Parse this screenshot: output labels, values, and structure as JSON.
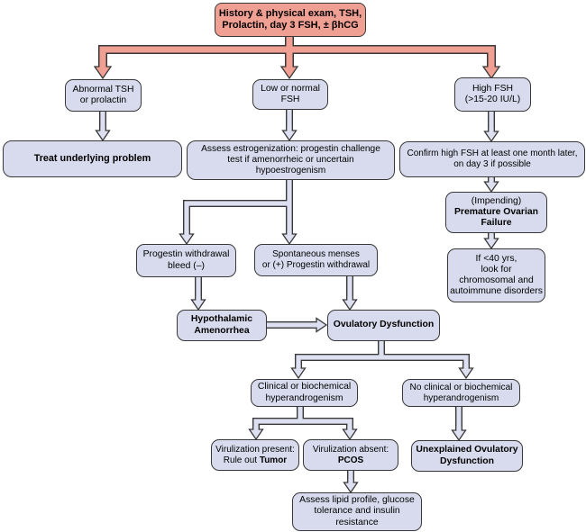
{
  "flowchart": {
    "title": "Amenorrhea evaluation flowchart",
    "colors": {
      "start_fill": "#f0a092",
      "node_fill": "#d8dbed",
      "arrow_fill": "#dde0f0",
      "pink_arrow_fill": "#f0a092",
      "outline": "#383838",
      "text": "#000000",
      "background": "#ffffff"
    },
    "nodes": [
      {
        "id": "history-exam",
        "lines": [
          [
            {
              "t": "History & physical exam, TSH,",
              "b": true
            }
          ],
          [
            {
              "t": "Prolactin, day 3 FSH, ± βhCG",
              "b": true
            }
          ]
        ]
      },
      {
        "id": "abnormal-tsh-prolactin",
        "lines": [
          [
            {
              "t": "Abnormal TSH",
              "b": false
            }
          ],
          [
            {
              "t": "or prolactin",
              "b": false
            }
          ]
        ]
      },
      {
        "id": "low-normal-fsh",
        "lines": [
          [
            {
              "t": "Low or normal",
              "b": false
            }
          ],
          [
            {
              "t": "FSH",
              "b": false
            }
          ]
        ]
      },
      {
        "id": "high-fsh",
        "lines": [
          [
            {
              "t": "High FSH",
              "b": false
            }
          ],
          [
            {
              "t": "(>15-20 IU/L)",
              "b": false
            }
          ]
        ]
      },
      {
        "id": "treat-underlying-problem",
        "lines": [
          [
            {
              "t": "Treat underlying problem",
              "b": true
            }
          ]
        ]
      },
      {
        "id": "assess-estrogenization",
        "lines": [
          [
            {
              "t": "Assess estrogenization: progestin challenge",
              "b": false
            }
          ],
          [
            {
              "t": "test if amenorrheic or uncertain",
              "b": false
            }
          ],
          [
            {
              "t": "hypoestrogenism",
              "b": false
            }
          ]
        ]
      },
      {
        "id": "confirm-high-fsh",
        "lines": [
          [
            {
              "t": "Confirm high FSH at least one month later,",
              "b": false
            }
          ],
          [
            {
              "t": "on day 3 if possible",
              "b": false
            }
          ]
        ]
      },
      {
        "id": "impending-premature-ovarian-failure",
        "lines": [
          [
            {
              "t": "(Impending)",
              "b": false
            }
          ],
          [
            {
              "t": "Premature Ovarian",
              "b": true
            }
          ],
          [
            {
              "t": "Failure",
              "b": true
            }
          ]
        ]
      },
      {
        "id": "if-under-40",
        "lines": [
          [
            {
              "t": "If <40 yrs,",
              "b": false
            }
          ],
          [
            {
              "t": "look for",
              "b": false
            }
          ],
          [
            {
              "t": "chromosomal and",
              "b": false
            }
          ],
          [
            {
              "t": "autoimmune disorders",
              "b": false
            }
          ]
        ]
      },
      {
        "id": "progestin-withdrawal-negative",
        "lines": [
          [
            {
              "t": "Progestin withdrawal",
              "b": false
            }
          ],
          [
            {
              "t": "bleed (–)",
              "b": false
            }
          ]
        ]
      },
      {
        "id": "spontaneous-menses",
        "lines": [
          [
            {
              "t": "Spontaneous menses",
              "b": false
            }
          ],
          [
            {
              "t": "or (+) Progestin withdrawal",
              "b": false
            }
          ]
        ]
      },
      {
        "id": "hypothalamic-amenorrhea",
        "lines": [
          [
            {
              "t": "Hypothalamic",
              "b": true
            }
          ],
          [
            {
              "t": "Amenorrhea",
              "b": true
            }
          ]
        ]
      },
      {
        "id": "ovulatory-dysfunction",
        "lines": [
          [
            {
              "t": "Ovulatory Dysfunction",
              "b": true
            }
          ]
        ]
      },
      {
        "id": "clinical-hyperandrogenism",
        "lines": [
          [
            {
              "t": "Clinical or biochemical",
              "b": false
            }
          ],
          [
            {
              "t": "hyperandrogenism",
              "b": false
            }
          ]
        ]
      },
      {
        "id": "no-clinical-hyperandrogenism",
        "lines": [
          [
            {
              "t": "No clinical or biochemical",
              "b": false
            }
          ],
          [
            {
              "t": "hyperandrogenism",
              "b": false
            }
          ]
        ]
      },
      {
        "id": "virulization-present",
        "lines": [
          [
            {
              "t": "Virulization present:",
              "b": false
            }
          ],
          [
            {
              "t": "Rule out ",
              "b": false
            },
            {
              "t": "Tumor",
              "b": true
            }
          ]
        ]
      },
      {
        "id": "virulization-absent",
        "lines": [
          [
            {
              "t": "Virulization absent:",
              "b": false
            }
          ],
          [
            {
              "t": "PCOS",
              "b": true
            }
          ]
        ]
      },
      {
        "id": "unexplained-ovulatory-dysfunction",
        "lines": [
          [
            {
              "t": "Unexplained Ovulatory",
              "b": true
            }
          ],
          [
            {
              "t": "Dysfunction",
              "b": true
            }
          ]
        ]
      },
      {
        "id": "assess-lipid-profile",
        "lines": [
          [
            {
              "t": "Assess lipid profile, glucose",
              "b": false
            }
          ],
          [
            {
              "t": "tolerance and insulin",
              "b": false
            }
          ],
          [
            {
              "t": "resistance",
              "b": false
            }
          ]
        ]
      }
    ]
  }
}
